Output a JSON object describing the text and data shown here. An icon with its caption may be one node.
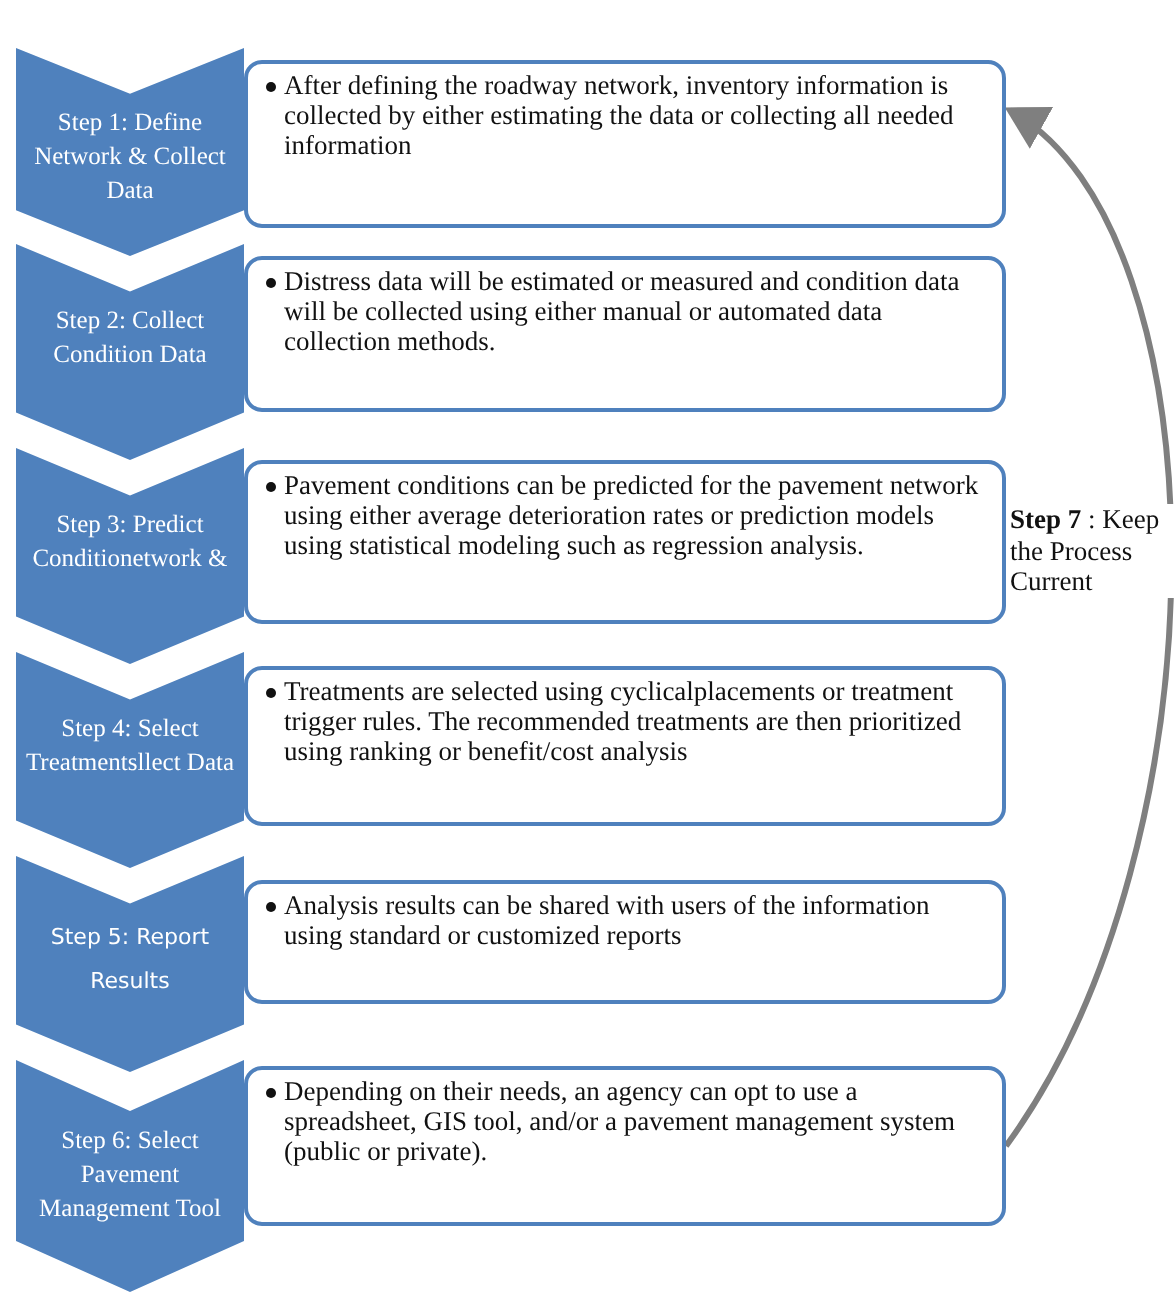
{
  "diagram": {
    "nodes": [
      {
        "text": [
          "Step 1: Define Network & Collect Data"
        ]
      },
      {
        "text": [
          "After defining the roadway network, inventory information is collected by either estimating the data or collecting all needed information"
        ]
      },
      {
        "text": [
          "Step 2: Collect Condition Data"
        ]
      },
      {
        "text": [
          "Distress data will be estimated or measured and condition data will be collected using either manual or automated data collection methods."
        ]
      },
      {
        "text": [
          "Step 3: Predict Conditionetwork &"
        ]
      },
      {
        "text": [
          "Pavement conditions can be predicted for the pavement network using either average deterioration rates or prediction models using statistical modeling such as regression analysis."
        ]
      },
      {
        "text": [
          "Step 4: Select Treatmentsllect Data"
        ]
      },
      {
        "text": [
          "Treatments are selected using cyclicalplacements or treatment trigger rules. The recommended treatments are then prioritized using ranking or benefit/cost analysis"
        ]
      },
      {
        "text": [
          "Step 5: Report Results"
        ]
      },
      {
        "text": [
          "Analysis results can be shared with users of the information using standard or customized reports"
        ]
      },
      {
        "text": [
          "Step 6: Select Pavement Management Tool"
        ]
      },
      {
        "text": [
          "Depending on their needs, an agency can opt to use a spreadsheet, GIS tool, and/or a pavement management system (public or private)."
        ]
      }
    ],
    "edges": [
      {
        "from": 11,
        "to": 1,
        "arrow": "to",
        "label": "**Step 7** : Keep the Process Current"
      }
    ]
  }
}
